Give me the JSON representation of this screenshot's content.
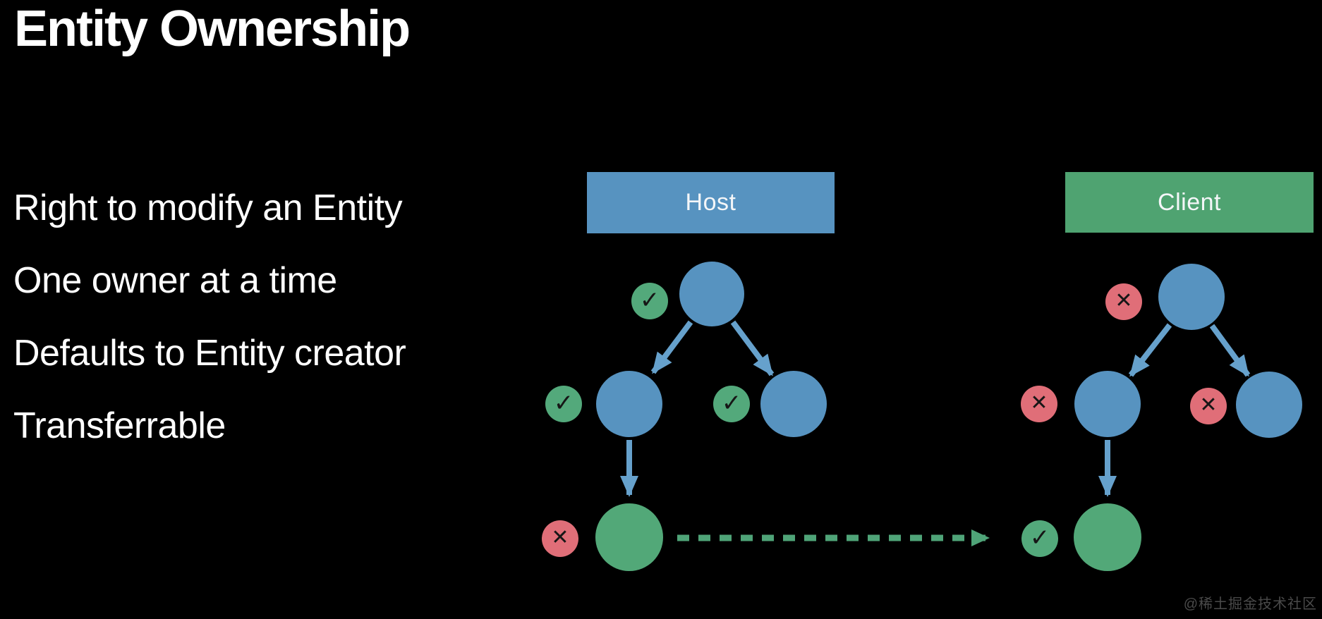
{
  "title": "Entity Ownership",
  "bullets": [
    "Right to modify an Entity",
    "One owner at a time",
    "Defaults to Entity creator",
    "Transferrable"
  ],
  "glyphs": {
    "check": "✓",
    "cross": "✕"
  },
  "colors": {
    "background": "#000000",
    "text": "#ffffff",
    "node_blue": "#5793C0",
    "arrow_blue": "#66A1CC",
    "host_box": "#5793C0",
    "client_box": "#4FA371",
    "node_green": "#52A878",
    "badge_green": "#53A97B",
    "badge_red": "#E06E78",
    "badge_glyph": "#161616",
    "transfer_green": "#4FA478",
    "watermark": "#4A4A4A"
  },
  "diagram": {
    "host": {
      "label": "Host",
      "badges": {
        "root": "check",
        "left_child": "check",
        "right_child": "check",
        "owner": "cross"
      }
    },
    "client": {
      "label": "Client",
      "badges": {
        "root": "cross",
        "left_child": "cross",
        "right_child": "cross",
        "owner": "check"
      }
    },
    "transfer": {
      "style": "dashed-arrow",
      "from": "host-owner-node",
      "to": "client-owner-node"
    }
  },
  "watermark": "@稀土掘金技术社区"
}
